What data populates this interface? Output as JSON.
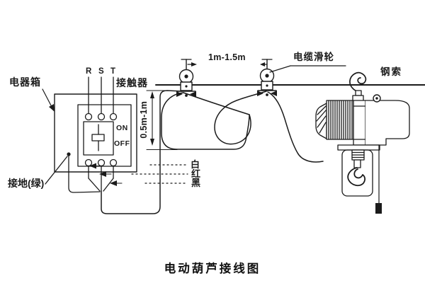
{
  "diagram": {
    "caption": "电动葫芦接线图",
    "labels": {
      "electrical_box": "电器箱",
      "contactor": "接触器",
      "phase_r": "R",
      "phase_s": "S",
      "phase_t": "T",
      "on": "ON",
      "off": "OFF",
      "ground": "接地(绿)",
      "dim_span": "1m-1.5m",
      "dim_sag": "0.5m-1m",
      "cable_pulley": "电缆滑轮",
      "steel_rope": "钢索",
      "wire_white": "白",
      "wire_red": "红",
      "wire_black": "黑"
    },
    "colors": {
      "ink": "#1b1b1b",
      "paper": "#ffffff"
    }
  }
}
